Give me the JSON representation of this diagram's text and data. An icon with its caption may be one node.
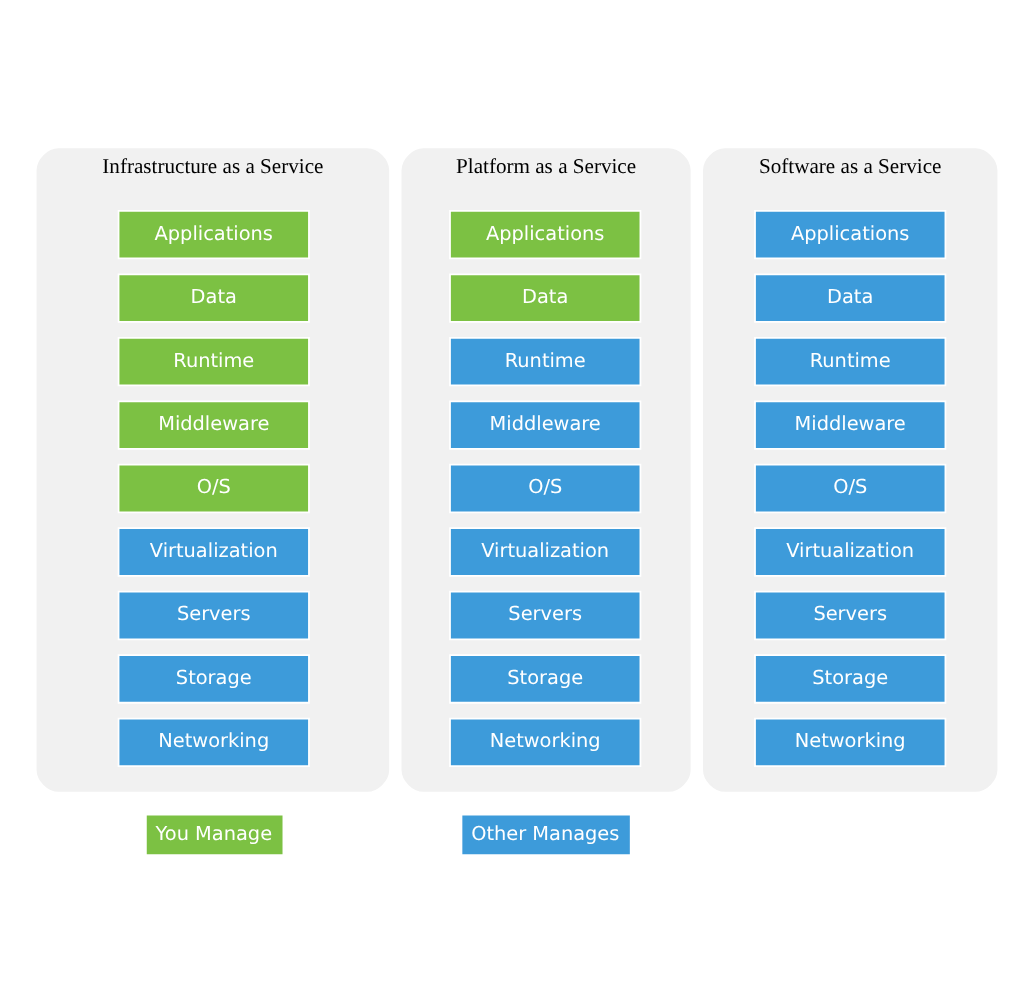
{
  "diagram": {
    "nodes": [
      {
        "text": [
          "Infrastructure as a Service"
        ]
      },
      {
        "text": [
          "Applications"
        ],
        "in": 0
      },
      {
        "text": [
          "Data"
        ],
        "in": 0
      },
      {
        "text": [
          "Runtime"
        ],
        "in": 0
      },
      {
        "text": [
          "Middleware"
        ],
        "in": 0
      },
      {
        "text": [
          "O/S"
        ],
        "in": 0
      },
      {
        "text": [
          "Virtualization"
        ],
        "in": 0
      },
      {
        "text": [
          "Servers"
        ],
        "in": 0
      },
      {
        "text": [
          "Storage"
        ],
        "in": 0
      },
      {
        "text": [
          "Networking"
        ],
        "in": 0
      },
      {
        "text": [
          "Platform as a Service"
        ]
      },
      {
        "text": [
          "Applications"
        ],
        "in": 10
      },
      {
        "text": [
          "Data"
        ],
        "in": 10
      },
      {
        "text": [
          "Runtime"
        ],
        "in": 10
      },
      {
        "text": [
          "Middleware"
        ],
        "in": 10
      },
      {
        "text": [
          "O/S"
        ],
        "in": 10
      },
      {
        "text": [
          "Virtualization"
        ],
        "in": 10
      },
      {
        "text": [
          "Servers"
        ],
        "in": 10
      },
      {
        "text": [
          "Storage"
        ],
        "in": 10
      },
      {
        "text": [
          "Networking"
        ],
        "in": 10
      },
      {
        "text": [
          "Software as a Service"
        ]
      },
      {
        "text": [
          "Applications"
        ],
        "in": 20
      },
      {
        "text": [
          "Data"
        ],
        "in": 20
      },
      {
        "text": [
          "Runtime"
        ],
        "in": 20
      },
      {
        "text": [
          "Middleware"
        ],
        "in": 20
      },
      {
        "text": [
          "O/S"
        ],
        "in": 20
      },
      {
        "text": [
          "Virtualization"
        ],
        "in": 20
      },
      {
        "text": [
          "Servers"
        ],
        "in": 20
      },
      {
        "text": [
          "Storage"
        ],
        "in": 20
      },
      {
        "text": [
          "Networking"
        ],
        "in": 20
      }
    ],
    "legend": [
      {
        "text": "You Manage",
        "color": "#7cc143"
      },
      {
        "text": "Other Manages",
        "color": "#3d9bda"
      }
    ]
  }
}
